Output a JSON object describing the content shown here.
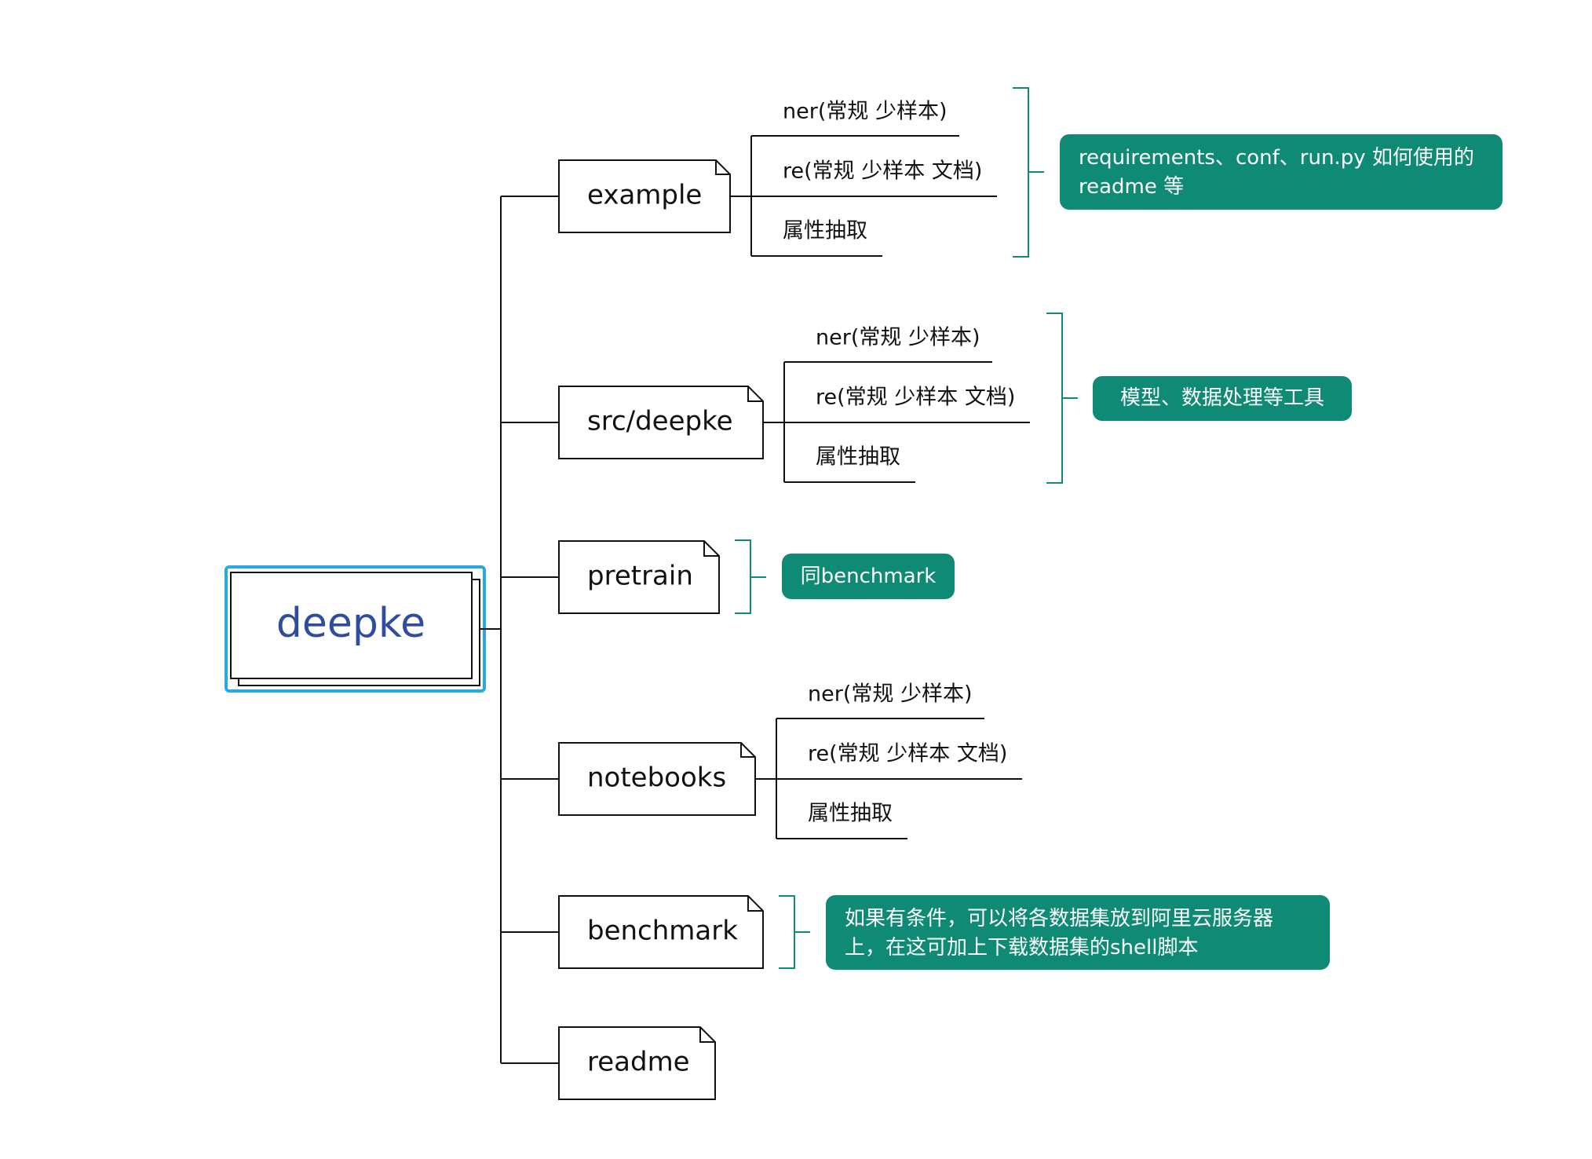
{
  "root": {
    "label": "deepke"
  },
  "branches": [
    {
      "id": "example",
      "label": "example",
      "children": [
        "ner(常规 少样本)",
        "re(常规 少样本 文档)",
        "属性抽取"
      ],
      "note": "requirements、conf、run.py 如何使用的 readme 等"
    },
    {
      "id": "src",
      "label": "src/deepke",
      "children": [
        "ner(常规 少样本)",
        "re(常规 少样本 文档)",
        "属性抽取"
      ],
      "note": "模型、数据处理等工具"
    },
    {
      "id": "pretrain",
      "label": "pretrain",
      "children": [],
      "note": "同benchmark"
    },
    {
      "id": "notebooks",
      "label": "notebooks",
      "children": [
        "ner(常规 少样本)",
        "re(常规 少样本 文档)",
        "属性抽取"
      ],
      "note": ""
    },
    {
      "id": "benchmark",
      "label": "benchmark",
      "children": [],
      "note": "如果有条件，可以将各数据集放到阿里云服务器上，在这可加上下载数据集的shell脚本"
    },
    {
      "id": "readme",
      "label": "readme",
      "children": [],
      "note": ""
    }
  ],
  "colors": {
    "line": "#111111",
    "note_bg": "#0f8a75",
    "note_bracket": "#0f8a75",
    "root_text": "#2f4da0",
    "root_highlight": "#2aa8e6"
  }
}
